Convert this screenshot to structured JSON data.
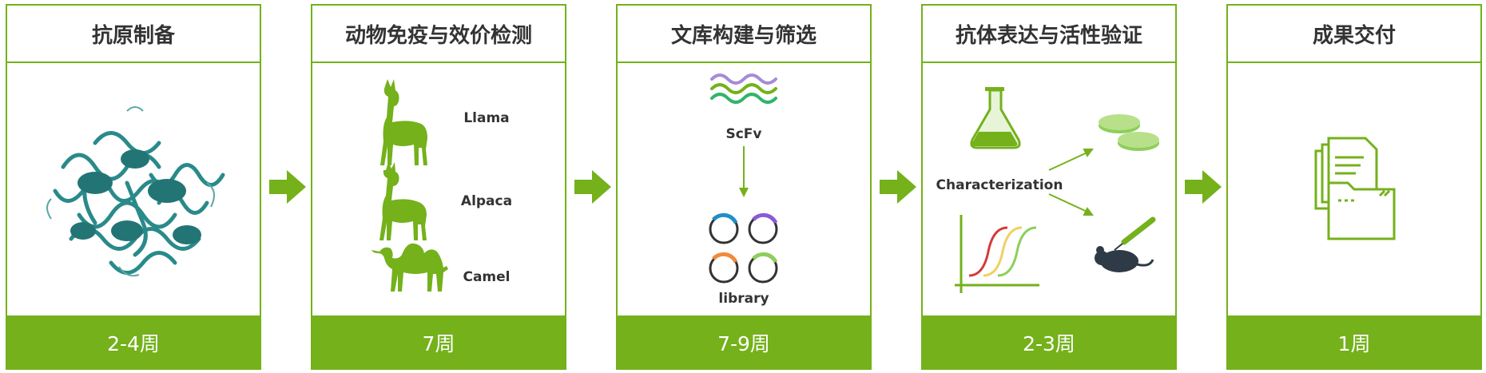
{
  "colors": {
    "accent": "#74b11b",
    "protein": "#2a8a8a",
    "title_text": "#333333"
  },
  "stages": [
    {
      "title": "抗原制备",
      "duration": "2-4周"
    },
    {
      "title": "动物免疫与效价检测",
      "duration": "7周",
      "animals": [
        "Llama",
        "Alpaca",
        "Camel"
      ]
    },
    {
      "title": "文库构建与筛选",
      "duration": "7-9周",
      "labels": {
        "top": "ScFv",
        "bottom": "library"
      }
    },
    {
      "title": "抗体表达与活性验证",
      "duration": "2-3周",
      "center_label": "Characterization"
    },
    {
      "title": "成果交付",
      "duration": "1周"
    }
  ],
  "icons": [
    "protein-structure-icon",
    "llama-icon",
    "alpaca-icon",
    "camel-icon",
    "scfv-wave-icon",
    "library-cycle-icon",
    "flask-icon",
    "petri-dish-icon",
    "binding-curve-icon",
    "mouse-injection-icon",
    "documents-folder-icon",
    "arrow-right-icon"
  ]
}
